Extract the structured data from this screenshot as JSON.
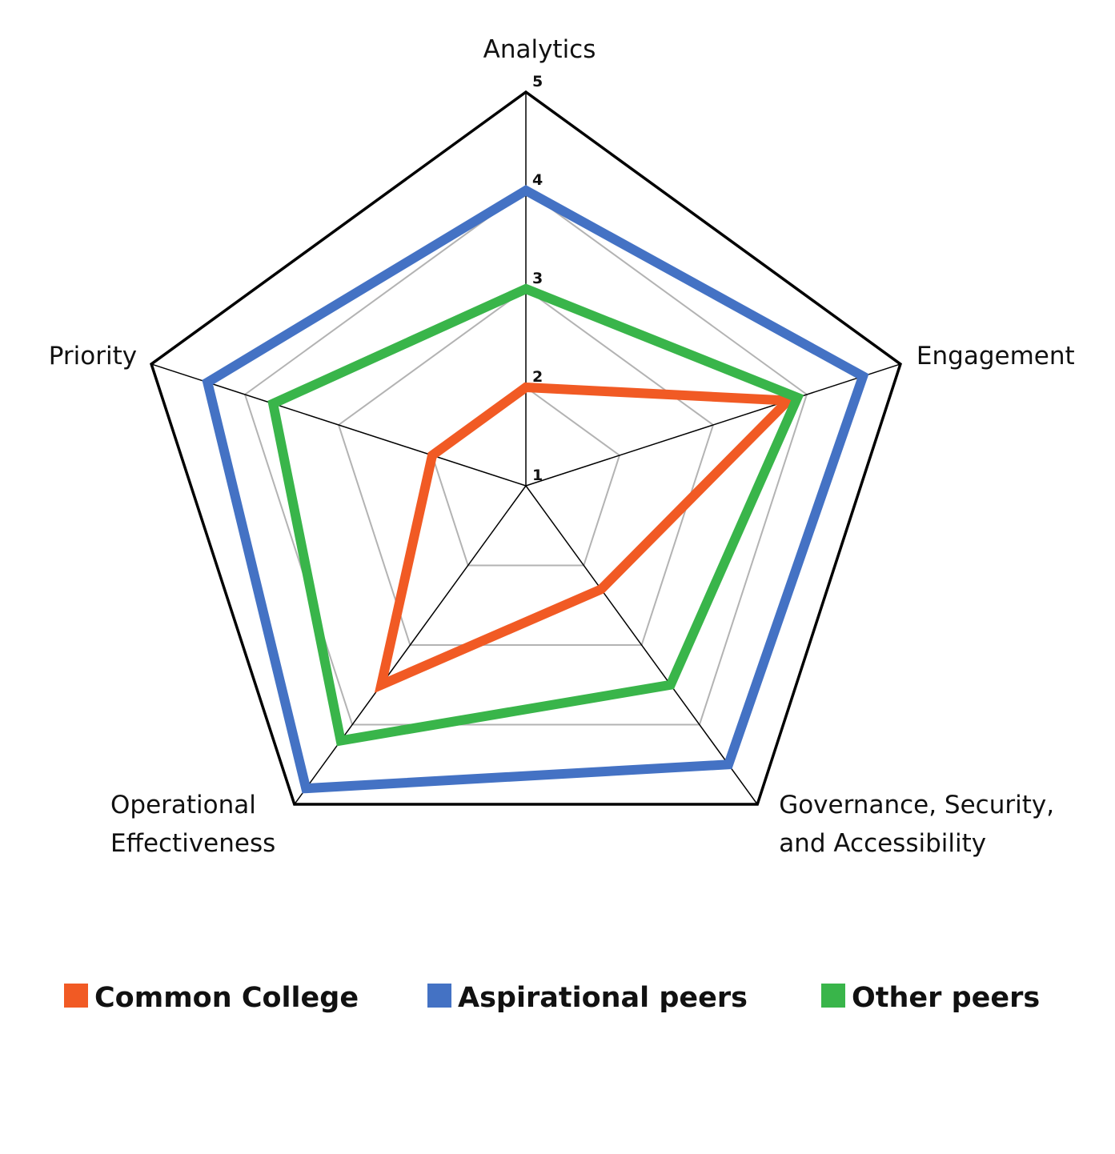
{
  "chart_data": {
    "type": "radar",
    "axes": [
      "Analytics",
      "Engagement",
      "Governance, Security, and Accessibility",
      "Operational Effectiveness",
      "Priority"
    ],
    "axis_label_lines": [
      [
        "Analytics"
      ],
      [
        "Engagement"
      ],
      [
        "Governance, Security,",
        "and Accessibility"
      ],
      [
        "Operational",
        "Effectiveness"
      ],
      [
        "Priority"
      ]
    ],
    "rlim": [
      1,
      5
    ],
    "ticks": [
      1,
      2,
      3,
      4,
      5
    ],
    "tick_labels": [
      "1",
      "2",
      "3",
      "4",
      "5"
    ],
    "grid": true,
    "legend_position": "bottom",
    "series": [
      {
        "name": "Common College",
        "color": "#f15a24",
        "values": [
          2.0,
          3.8,
          2.3,
          3.5,
          2.0
        ]
      },
      {
        "name": "Aspirational peers",
        "color": "#4472c4",
        "values": [
          4.0,
          4.6,
          4.5,
          4.8,
          4.4
        ]
      },
      {
        "name": "Other peers",
        "color": "#39b54a",
        "values": [
          3.0,
          3.9,
          3.5,
          4.2,
          3.7
        ]
      }
    ]
  }
}
